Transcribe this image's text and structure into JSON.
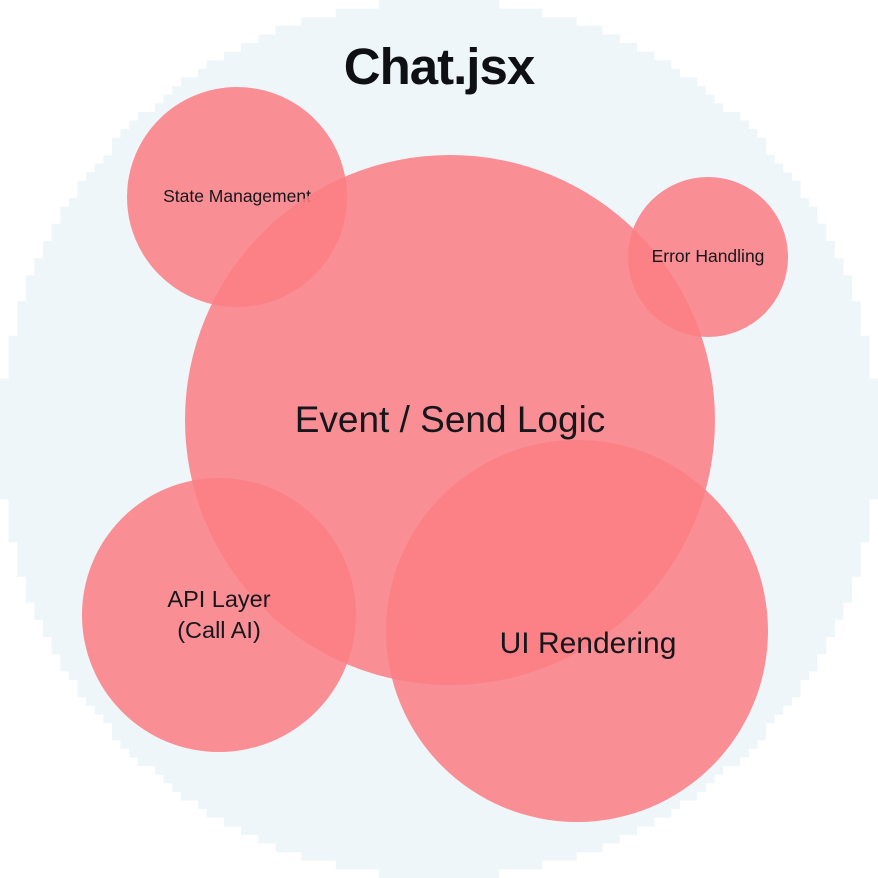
{
  "title": "Chat.jsx",
  "bubbles": {
    "central": {
      "label": "Event / Send Logic"
    },
    "state": {
      "label": "State Management"
    },
    "error": {
      "label": "Error Handling"
    },
    "api": {
      "lines": [
        "API Layer",
        "(Call AI)"
      ]
    },
    "ui": {
      "label": "UI Rendering"
    }
  },
  "colors": {
    "page_background": "#FFFFFF",
    "boundary_circle": "#EFF6FA",
    "bubble_pink": "#FA7F85",
    "text": "#15171C"
  }
}
